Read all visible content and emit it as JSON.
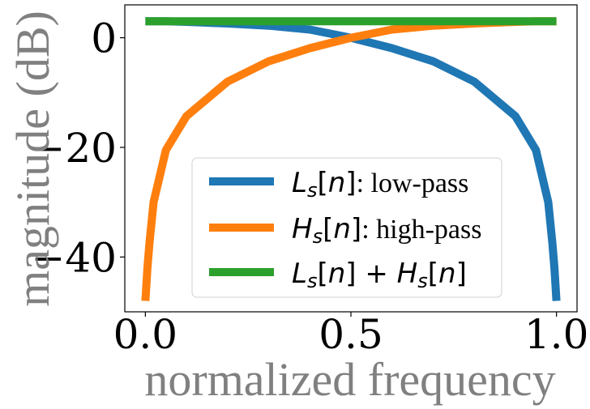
{
  "chart_data": {
    "type": "line",
    "title": "",
    "xlabel": "normalized frequency",
    "ylabel": "magnitude (dB)",
    "xlim": [
      -0.05,
      1.05
    ],
    "ylim": [
      -50,
      6
    ],
    "xticks": [
      0.0,
      0.5,
      1.0
    ],
    "xtick_labels": [
      "0.0",
      "0.5",
      "1.0"
    ],
    "yticks": [
      0,
      -20,
      -40
    ],
    "ytick_labels": [
      "0",
      "−20",
      "−40"
    ],
    "grid": false,
    "legend_position": "lower-center",
    "series": [
      {
        "name": "L_s[n]: low-pass",
        "color": "#1f77b4",
        "x": [
          0.0,
          0.05,
          0.1,
          0.2,
          0.3,
          0.4,
          0.5,
          0.6,
          0.7,
          0.8,
          0.9,
          0.95,
          0.98,
          0.99,
          0.995,
          1.0
        ],
        "y": [
          3.0,
          3.0,
          2.9,
          2.6,
          2.2,
          1.5,
          0.0,
          -1.9,
          -4.3,
          -8.0,
          -14.3,
          -20.5,
          -30.0,
          -37.5,
          -42.0,
          -48.0
        ]
      },
      {
        "name": "H_s[n]: high-pass",
        "color": "#ff7f0e",
        "x": [
          0.0,
          0.005,
          0.01,
          0.02,
          0.05,
          0.1,
          0.2,
          0.3,
          0.4,
          0.5,
          0.6,
          0.7,
          0.8,
          0.9,
          0.95,
          1.0
        ],
        "y": [
          -48.0,
          -42.0,
          -37.5,
          -30.0,
          -20.5,
          -14.3,
          -8.0,
          -4.3,
          -1.9,
          0.0,
          1.5,
          2.2,
          2.6,
          2.9,
          3.0,
          3.0
        ]
      },
      {
        "name": "L_s[n] + H_s[n]",
        "color": "#2ca02c",
        "x": [
          0.0,
          0.25,
          0.5,
          0.75,
          1.0
        ],
        "y": [
          3.0,
          3.0,
          3.0,
          3.0,
          3.0
        ]
      }
    ],
    "legend": [
      {
        "color": "#1f77b4",
        "math": [
          [
            "L",
            "i"
          ],
          [
            "s",
            "sub"
          ],
          [
            "[",
            "u"
          ],
          [
            "n",
            "i"
          ],
          [
            "]",
            "u"
          ]
        ],
        "suffix": ": low-pass"
      },
      {
        "color": "#ff7f0e",
        "math": [
          [
            "H",
            "i"
          ],
          [
            "s",
            "sub"
          ],
          [
            "[",
            "u"
          ],
          [
            "n",
            "i"
          ],
          [
            "]",
            "u"
          ]
        ],
        "suffix": ": high-pass"
      },
      {
        "color": "#2ca02c",
        "math": [
          [
            "L",
            "i"
          ],
          [
            "s",
            "sub"
          ],
          [
            "[",
            "u"
          ],
          [
            "n",
            "i"
          ],
          [
            "]",
            "u"
          ],
          [
            " + ",
            "u"
          ],
          [
            "H",
            "i"
          ],
          [
            "s",
            "sub"
          ],
          [
            "[",
            "u"
          ],
          [
            "n",
            "i"
          ],
          [
            "]",
            "u"
          ]
        ],
        "suffix": ""
      }
    ]
  }
}
